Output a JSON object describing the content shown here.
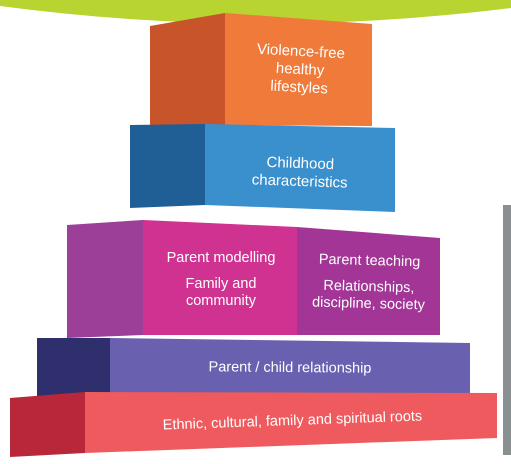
{
  "pyramid": {
    "tier_top": {
      "lines": [
        "Violence-free",
        "healthy",
        "lifestyles"
      ],
      "front_color": "#ef7a3a",
      "side_color": "#c8552a"
    },
    "tier_second": {
      "lines": [
        "Childhood",
        "characteristics"
      ],
      "front_color": "#3a8fcd",
      "side_color": "#1f5f95"
    },
    "tier_middle_left": {
      "title": "Parent modelling",
      "lines": [
        "Family and",
        "community"
      ],
      "front_color": "#cf3290",
      "side_color": "#9b3f98"
    },
    "tier_middle_right": {
      "title": "Parent teaching",
      "lines": [
        "Relationships,",
        "discipline, society"
      ],
      "front_color": "#a23596"
    },
    "tier_fourth": {
      "label": "Parent / child relationship",
      "front_color": "#6960b0",
      "side_color": "#2f2f6e"
    },
    "tier_base": {
      "label": "Ethnic, cultural, family and spiritual roots",
      "front_color": "#ee5a5d",
      "side_color": "#b8283a"
    }
  },
  "decor": {
    "top_band_color": "#b7d430",
    "photo_edge_color": "#8a8f92"
  }
}
